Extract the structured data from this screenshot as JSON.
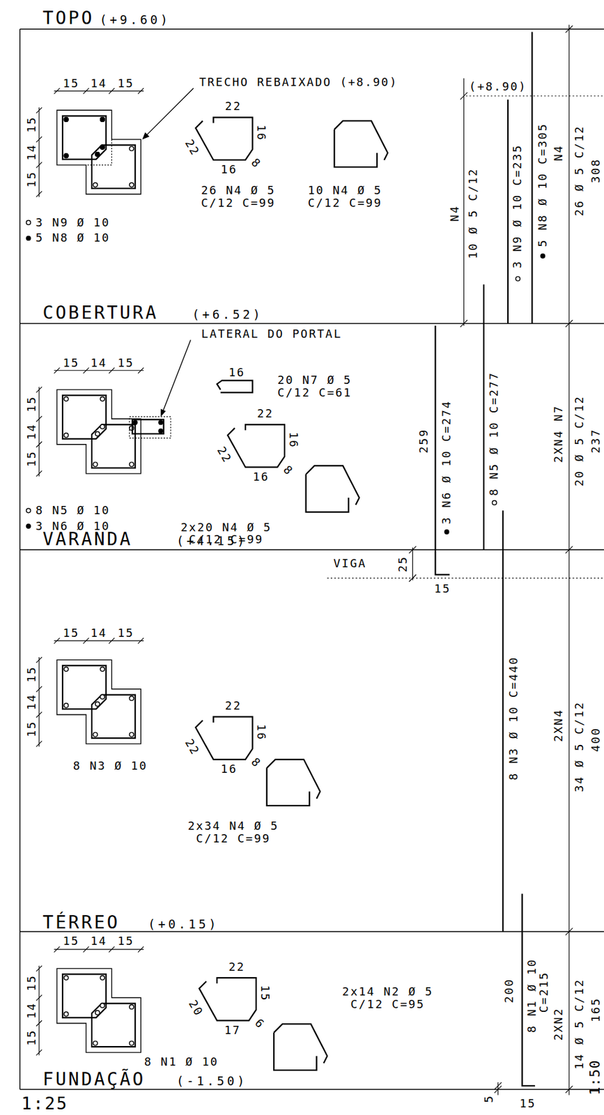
{
  "diagram": {
    "labels": [
      "TOPO",
      "(+9.60)",
      "15",
      "14",
      "15",
      "15",
      "14",
      "15",
      "TRECHO REBAIXADO (+8.90)",
      "22",
      "16",
      "8",
      "16",
      "22",
      "26 N4 Ø 5",
      "C/12 C=99",
      "10 N4 Ø 5",
      "C/12 C=99",
      "3 N9 Ø 10",
      "5 N8 Ø 10",
      "(+8.90)",
      "N4",
      "10 Ø 5 C/12",
      "3 N9 Ø 10 C=235",
      "5 N8 Ø 10 C=305",
      "N4",
      "26 Ø 5 C/12",
      "308",
      "COBERTURA",
      "(+6.52)",
      "LATERAL DO PORTAL",
      "15",
      "14",
      "15",
      "15",
      "14",
      "15",
      "16",
      "20 N7 Ø 5",
      "C/12 C=61",
      "22",
      "16",
      "8",
      "16",
      "22",
      "8 N5 Ø 10",
      "3 N6 Ø 10",
      "2x20 N4 Ø 5",
      "C/12 C=99",
      "259",
      "3 N6 Ø 10 C=274",
      "8 N5 Ø 10 C=277",
      "2XN4 N7",
      "20 Ø 5 C/12",
      "237",
      "VARANDA",
      "(+4.15)",
      "VIGA",
      "25",
      "15",
      "15",
      "14",
      "15",
      "15",
      "14",
      "15",
      "22",
      "16",
      "8",
      "16",
      "22",
      "8 N3 Ø 10",
      "2x34 N4 Ø 5",
      "C/12 C=99",
      "8 N3 Ø 10 C=440",
      "2XN4",
      "34 Ø 5 C/12",
      "400",
      "TÉRREO",
      "(+0.15)",
      "15",
      "14",
      "15",
      "15",
      "14",
      "15",
      "22",
      "15",
      "6",
      "17",
      "20",
      "8 N1 Ø 10",
      "2x14 N2 Ø 5",
      "C/12 C=95",
      "200",
      "8 N1 Ø 10",
      "C=215",
      "2XN2",
      "14 Ø 5 C/12",
      "165",
      "1:50",
      "FUNDAÇÃO",
      "(-1.50)",
      "1:25",
      "5",
      "15"
    ]
  }
}
